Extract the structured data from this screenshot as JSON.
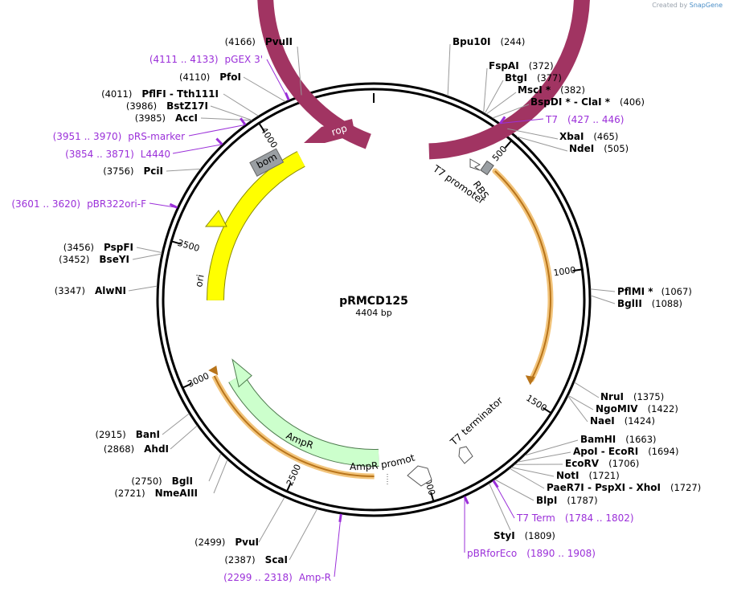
{
  "credit": {
    "prefix": "Created by",
    "brand": "SnapGene"
  },
  "plasmid": {
    "name": "pRMCD125",
    "size": "4404 bp",
    "length": 4404
  },
  "ticks": [
    "500",
    "1000",
    "1500",
    "2000",
    "2500",
    "3000",
    "3500",
    "4000"
  ],
  "sites": [
    {
      "name": "Bpu10I",
      "pos": "(244)",
      "bp": 244
    },
    {
      "name": "FspAI",
      "pos": "(372)",
      "bp": 372
    },
    {
      "name": "BtgI",
      "pos": "(377)",
      "bp": 377
    },
    {
      "name": "MscI *",
      "pos": "(382)",
      "bp": 382
    },
    {
      "name": "BspDI * - ClaI *",
      "pos": "(406)",
      "bp": 406
    },
    {
      "name": "XbaI",
      "pos": "(465)",
      "bp": 465
    },
    {
      "name": "NdeI",
      "pos": "(505)",
      "bp": 505
    },
    {
      "name": "PflMI *",
      "pos": "(1067)",
      "bp": 1067
    },
    {
      "name": "BglII",
      "pos": "(1088)",
      "bp": 1088
    },
    {
      "name": "NruI",
      "pos": "(1375)",
      "bp": 1375
    },
    {
      "name": "NgoMIV",
      "pos": "(1422)",
      "bp": 1422
    },
    {
      "name": "NaeI",
      "pos": "(1424)",
      "bp": 1424
    },
    {
      "name": "BamHI",
      "pos": "(1663)",
      "bp": 1663
    },
    {
      "name": "ApoI - EcoRI",
      "pos": "(1694)",
      "bp": 1694
    },
    {
      "name": "EcoRV",
      "pos": "(1706)",
      "bp": 1706
    },
    {
      "name": "NotI",
      "pos": "(1721)",
      "bp": 1721
    },
    {
      "name": "PaeR7I - PspXI - XhoI",
      "pos": "(1727)",
      "bp": 1727
    },
    {
      "name": "BlpI",
      "pos": "(1787)",
      "bp": 1787
    },
    {
      "name": "StyI",
      "pos": "(1809)",
      "bp": 1809
    },
    {
      "name": "PvuI",
      "pos": "(2499)",
      "bp": 2499
    },
    {
      "name": "ScaI",
      "pos": "(2387)",
      "bp": 2387
    },
    {
      "name": "BglI",
      "pos": "(2750)",
      "bp": 2750
    },
    {
      "name": "NmeAIII",
      "pos": "(2721)",
      "bp": 2721
    },
    {
      "name": "BanI",
      "pos": "(2915)",
      "bp": 2915
    },
    {
      "name": "AhdI",
      "pos": "(2868)",
      "bp": 2868
    },
    {
      "name": "AlwNI",
      "pos": "(3347)",
      "bp": 3347
    },
    {
      "name": "PspFI",
      "pos": "(3456)",
      "bp": 3456
    },
    {
      "name": "BseYI",
      "pos": "(3452)",
      "bp": 3452
    },
    {
      "name": "PciI",
      "pos": "(3756)",
      "bp": 3756
    },
    {
      "name": "AccI",
      "pos": "(3985)",
      "bp": 3985
    },
    {
      "name": "BstZ17I",
      "pos": "(3986)",
      "bp": 3986
    },
    {
      "name": "PflFI - Tth111I",
      "pos": "(4011)",
      "bp": 4011
    },
    {
      "name": "PfoI",
      "pos": "(4110)",
      "bp": 4110
    },
    {
      "name": "PvuII",
      "pos": "(4166)",
      "bp": 4166
    }
  ],
  "primers": [
    {
      "name": "T7",
      "range": "(427 .. 446)"
    },
    {
      "name": "T7 Term",
      "range": "(1784 .. 1802)"
    },
    {
      "name": "pBRforEco",
      "range": "(1890 .. 1908)"
    },
    {
      "name": "Amp-R",
      "range": "(2299 .. 2318)"
    },
    {
      "name": "pBR322ori-F",
      "range": "(3601 .. 3620)"
    },
    {
      "name": "L4440",
      "range": "(3854 .. 3871)"
    },
    {
      "name": "pRS-marker",
      "range": "(3951 .. 3970)"
    },
    {
      "name": "pGEX 3'",
      "range": "(4111 .. 4133)"
    }
  ],
  "features": [
    {
      "name": "rop",
      "color": "#a13462"
    },
    {
      "name": "bom",
      "color": "#9a9fa3"
    },
    {
      "name": "ori",
      "color": "#ffff00"
    },
    {
      "name": "AmpR",
      "color": "#ccffcc"
    },
    {
      "name": "AmpR promoter",
      "color": "#ffffff"
    },
    {
      "name": "T7 promoter",
      "color": "#ffffff"
    },
    {
      "name": "RBS",
      "color": "#9a9fa3"
    },
    {
      "name": "T7 terminator",
      "color": "#ffffff"
    }
  ],
  "colors": {
    "primer": "#9b30d9",
    "orf_outline": "#f2c47b",
    "orf_line": "#b8741a"
  }
}
